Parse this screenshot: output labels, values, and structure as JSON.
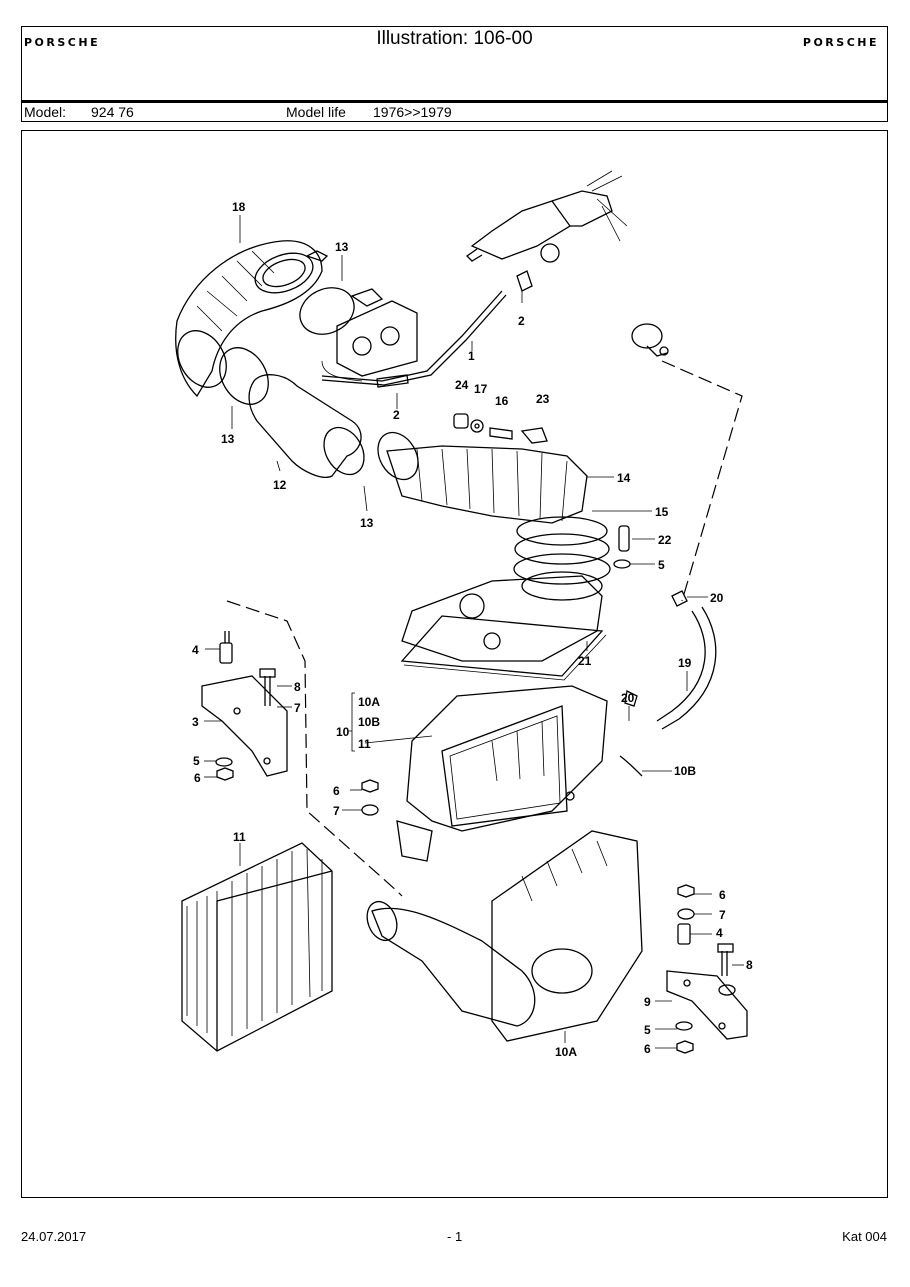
{
  "header": {
    "brand_left": "PORSCHE",
    "brand_right": "PORSCHE",
    "title": "Illustration: 106-00",
    "model_label": "Model:",
    "model_value": "924 76",
    "model_life_label": "Model life",
    "model_life_value": "1976>>1979"
  },
  "diagram": {
    "callouts": [
      "18",
      "13",
      "2",
      "1",
      "13",
      "2",
      "24",
      "17",
      "16",
      "23",
      "14",
      "12",
      "13",
      "15",
      "22",
      "5",
      "20",
      "4",
      "8",
      "7",
      "3",
      "5",
      "6",
      "21",
      "19",
      "10A",
      "10",
      "10B",
      "11",
      "20",
      "6",
      "7",
      "10B",
      "11",
      "6",
      "7",
      "4",
      "8",
      "9",
      "5",
      "6",
      "10A"
    ]
  },
  "footer": {
    "date": "24.07.2017",
    "page": "- 1",
    "catalog": "Kat 004"
  }
}
